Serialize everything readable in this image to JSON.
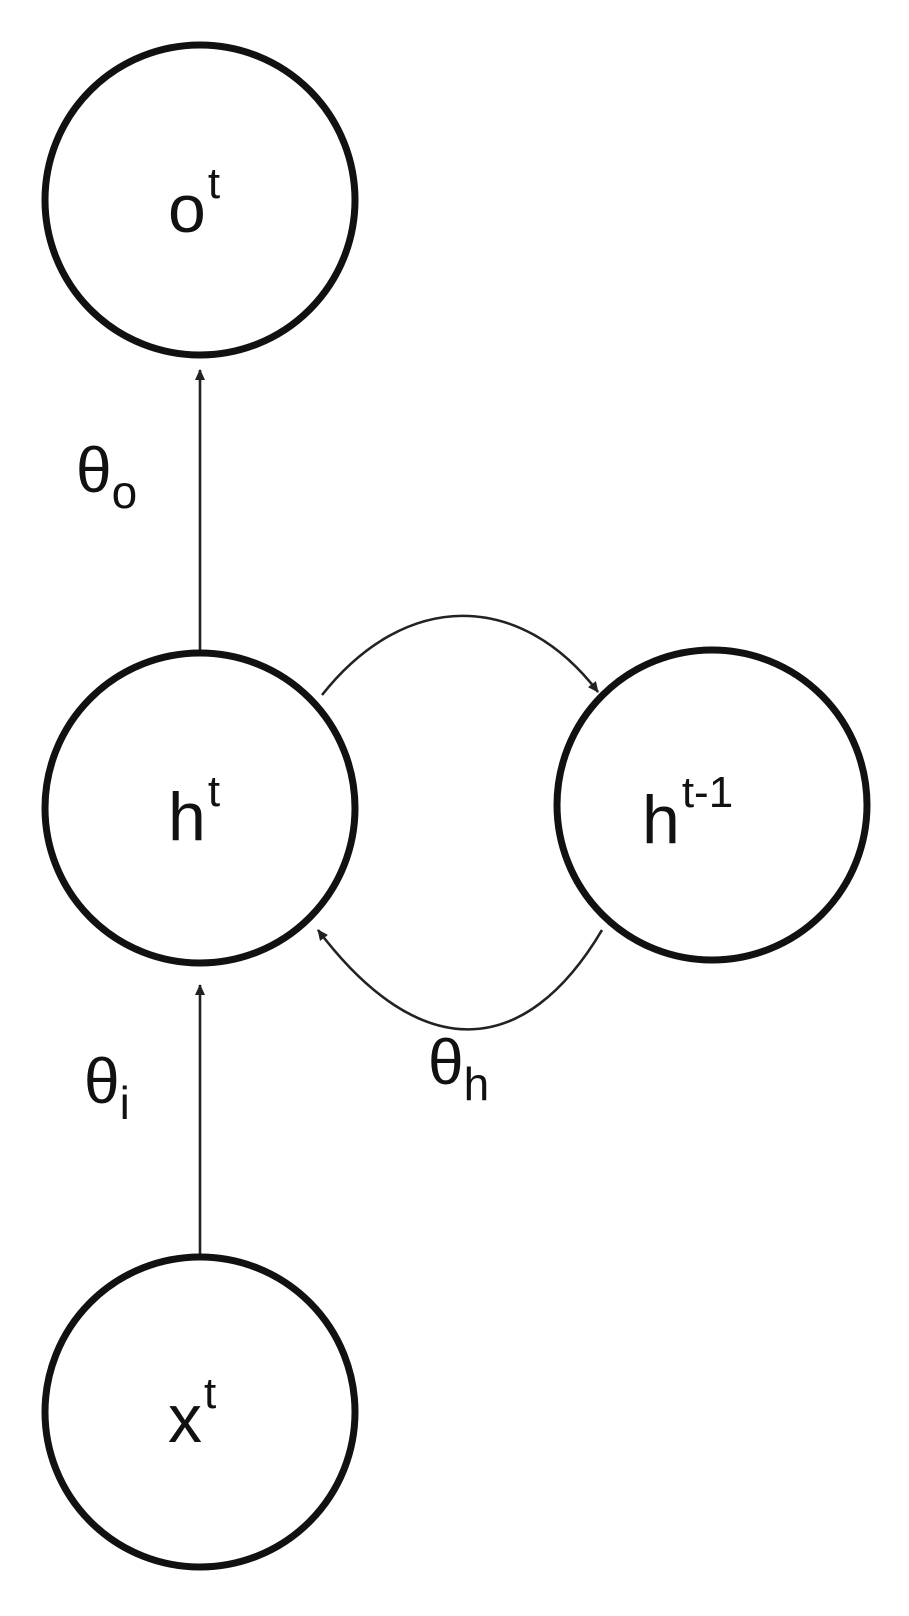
{
  "nodes": {
    "output": {
      "base": "o",
      "sup": "t"
    },
    "hidden": {
      "base": "h",
      "sup": "t"
    },
    "hidden_prev": {
      "base": "h",
      "sup": "t-1"
    },
    "input": {
      "base": "x",
      "sup": "t"
    }
  },
  "edges": {
    "hidden_to_output": {
      "base": "θ",
      "sub": "o"
    },
    "input_to_hidden": {
      "base": "θ",
      "sub": "i"
    },
    "recurrent_prev_to_hidden": {
      "base": "θ",
      "sub": "h"
    }
  },
  "colors": {
    "stroke": "#111111",
    "background": "#ffffff"
  }
}
